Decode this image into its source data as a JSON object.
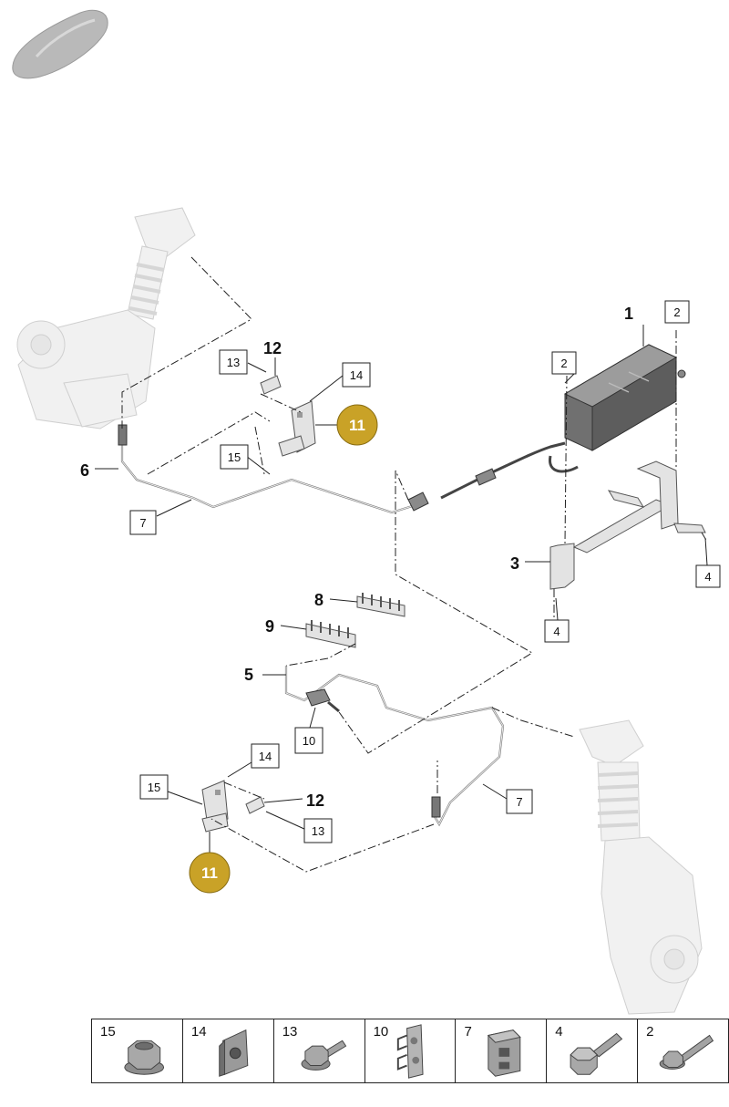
{
  "callouts_bold": [
    "1",
    "3",
    "5",
    "6",
    "8",
    "9",
    "12",
    "12"
  ],
  "callouts_boxed": [
    "2",
    "2",
    "4",
    "4",
    "7",
    "7",
    "10",
    "13",
    "13",
    "14",
    "14",
    "15",
    "15"
  ],
  "callouts_highlight": [
    "11",
    "11"
  ],
  "legend": [
    {
      "num": "15",
      "icon": "flange-nut-icon"
    },
    {
      "num": "14",
      "icon": "clip-nut-icon"
    },
    {
      "num": "13",
      "icon": "flange-bolt-icon"
    },
    {
      "num": "10",
      "icon": "pipe-clip-icon"
    },
    {
      "num": "7",
      "icon": "pipe-holder-icon"
    },
    {
      "num": "4",
      "icon": "hex-bolt-icon"
    },
    {
      "num": "2",
      "icon": "washer-bolt-icon"
    }
  ],
  "colors": {
    "highlight": "#c9a227",
    "line": "#222222",
    "part": "#e3e3e3"
  }
}
